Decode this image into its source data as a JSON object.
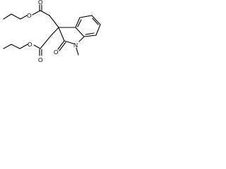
{
  "molecule": {
    "atoms": {
      "o_top_ester_carbonyl": "O",
      "o_top_ester_ether": "O",
      "o_bottom_ester_carbonyl": "O",
      "o_bottom_ester_ether": "O",
      "o_lactam": "O",
      "n_ring": "N"
    },
    "n_substituent_label": "\\",
    "colors": {
      "bond": "#000000",
      "background": "#ffffff"
    }
  }
}
